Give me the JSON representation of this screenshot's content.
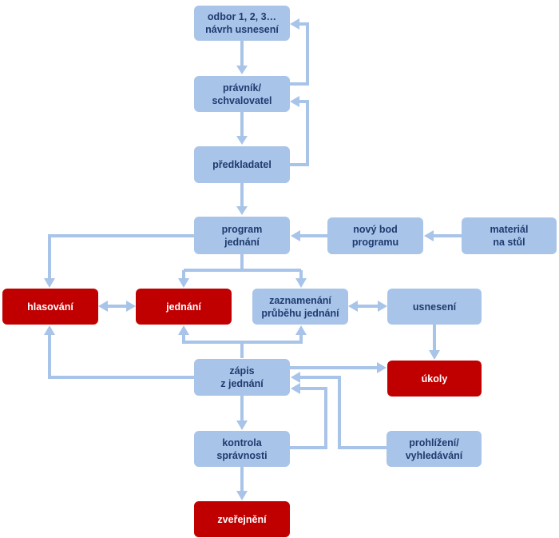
{
  "nodes": {
    "odbor": {
      "label": "odbor 1, 2, 3…\nnávrh usnesení",
      "kind": "blue"
    },
    "pravnik": {
      "label": "právník/\nschvalovatel",
      "kind": "blue"
    },
    "predkladatel": {
      "label": "předkladatel",
      "kind": "blue"
    },
    "program": {
      "label": "program\njednání",
      "kind": "blue"
    },
    "novy_bod": {
      "label": "nový bod\nprogramu",
      "kind": "blue"
    },
    "material": {
      "label": "materiál\nna stůl",
      "kind": "blue"
    },
    "hlasovani": {
      "label": "hlasování",
      "kind": "red"
    },
    "jednani": {
      "label": "jednání",
      "kind": "red"
    },
    "zaznamenani": {
      "label": "zaznamenání\nprůběhu jednání",
      "kind": "blue"
    },
    "usneseni": {
      "label": "usnesení",
      "kind": "blue"
    },
    "zapis": {
      "label": "zápis\nz jednání",
      "kind": "blue"
    },
    "ukoly": {
      "label": "úkoly",
      "kind": "red"
    },
    "kontrola": {
      "label": "kontrola\nsprávnosti",
      "kind": "blue"
    },
    "prohlizeni": {
      "label": "prohlížení/\nvyhledávání",
      "kind": "blue"
    },
    "zverejneni": {
      "label": "zveřejnění",
      "kind": "red"
    }
  },
  "colors": {
    "blue_box": "#a9c4e9",
    "red_box": "#c00000",
    "connector": "#a9c4e9"
  }
}
